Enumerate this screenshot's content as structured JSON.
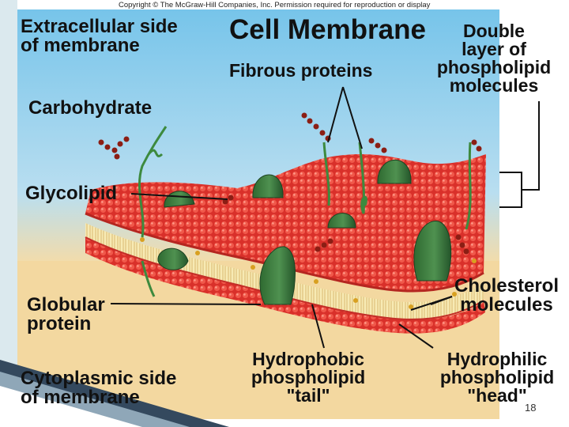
{
  "copyright": "Copyright © The McGraw-Hill Companies, Inc. Permission required for reproduction or display",
  "title": "Cell Membrane",
  "labels": {
    "extracellular": [
      "Extracellular side",
      "of membrane"
    ],
    "carbohydrate": [
      "Carbohydrate"
    ],
    "glycolipid": [
      "Glycolipid"
    ],
    "globular": [
      "Globular",
      "protein"
    ],
    "cytoplasmic": [
      "Cytoplasmic side",
      "of membrane"
    ],
    "fibrous": [
      "Fibrous proteins"
    ],
    "double_layer": [
      "Double",
      "layer of",
      "phospholipid",
      "molecules"
    ],
    "cholesterol": [
      "Cholesterol",
      "molecules"
    ],
    "hydrophobic": [
      "Hydrophobic",
      "phospholipid",
      "\"tail\""
    ],
    "hydrophilic": [
      "Hydrophilic",
      "phospholipid",
      "\"head\""
    ]
  },
  "colors": {
    "sky": "#7ec8ec",
    "cytoplasm": "#f3d9a4",
    "head": "#e23b32",
    "tail": "#f7e7a8",
    "protein": "#3b7a3c",
    "carbohydrate": "#8b1e14",
    "cholesterol": "#d8a020"
  },
  "page_number": "18"
}
